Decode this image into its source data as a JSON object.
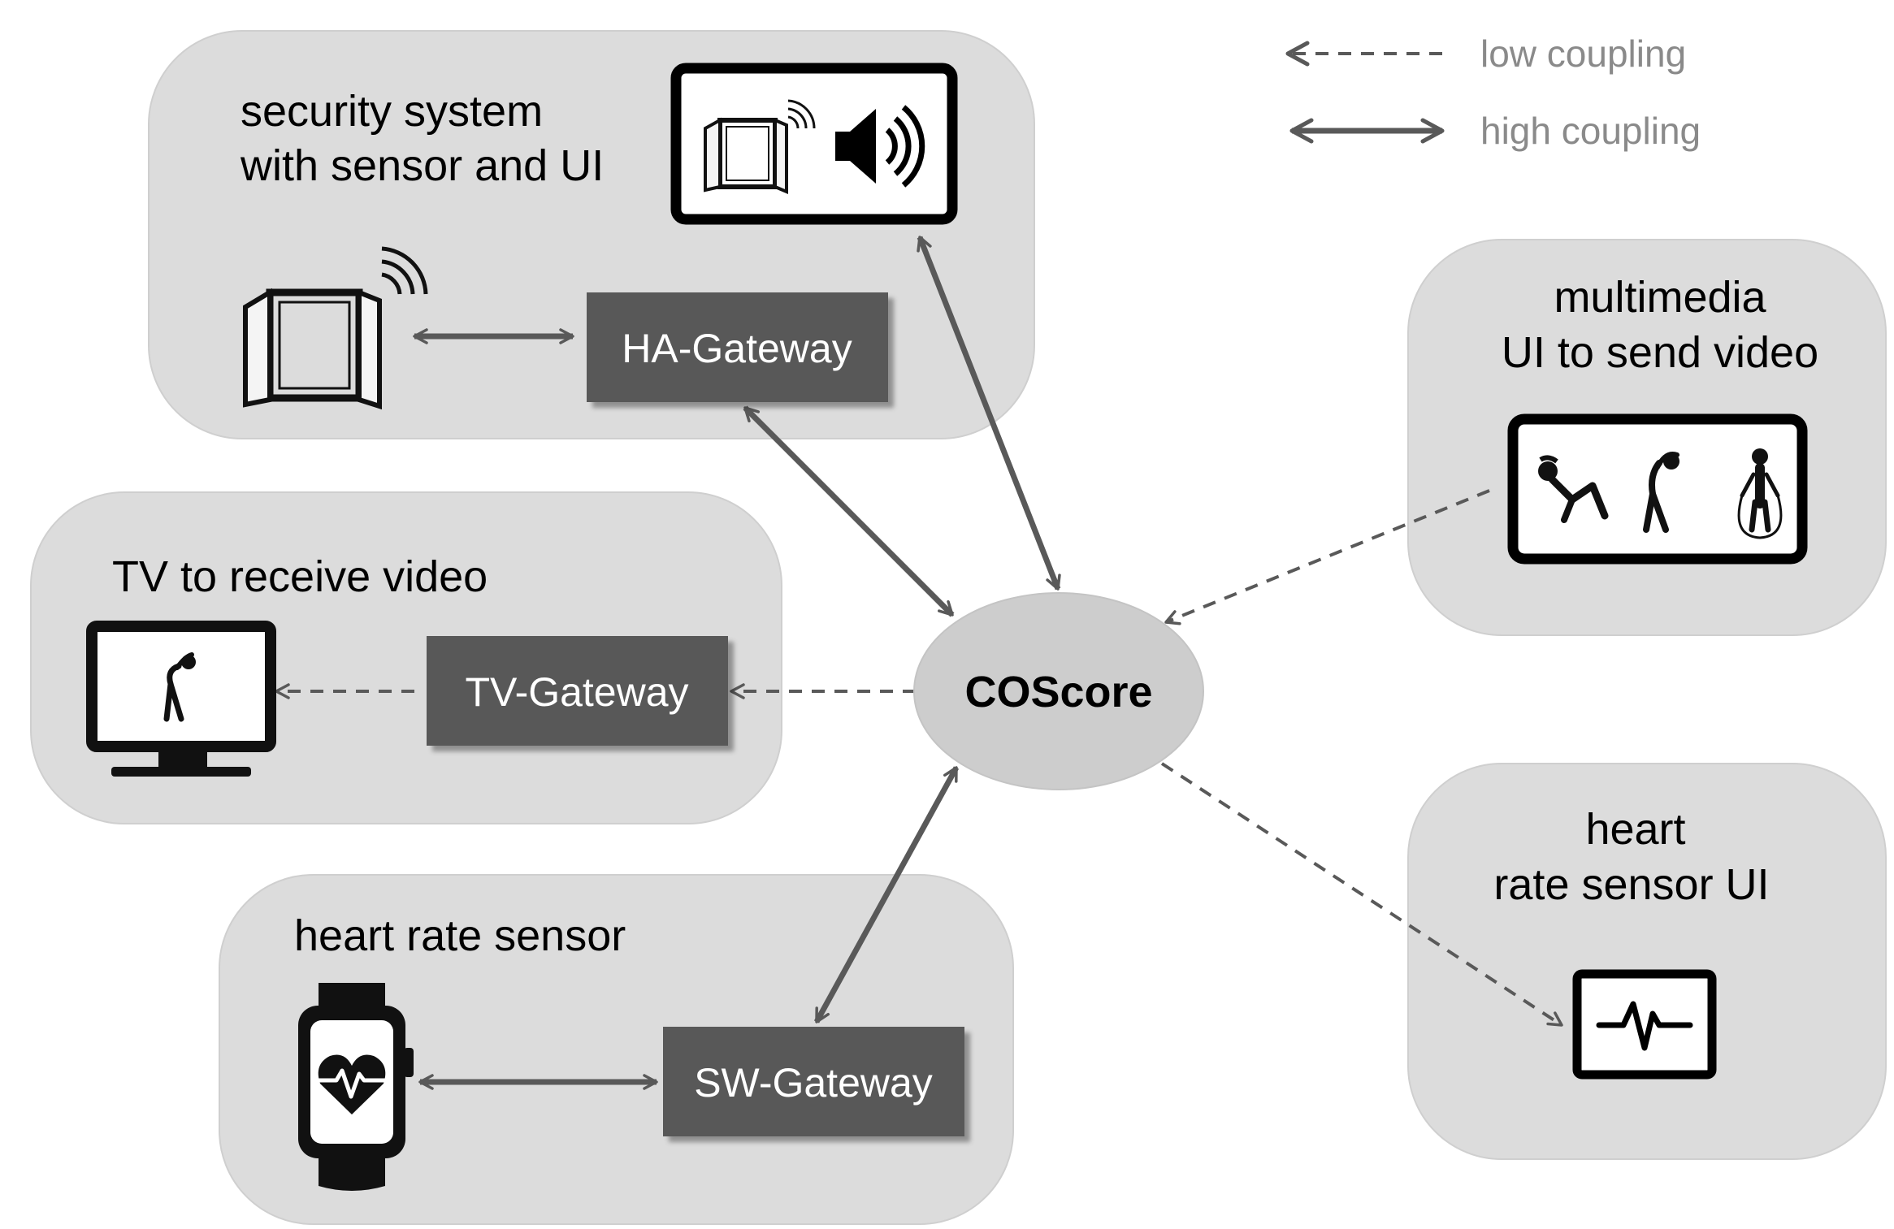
{
  "legend": {
    "low_label": "low coupling",
    "high_label": "high coupling"
  },
  "core": {
    "label": "COScore"
  },
  "groups": {
    "security": {
      "title_line1": "security system",
      "title_line2": "with sensor and UI"
    },
    "tv": {
      "title_line1": "TV to receive video"
    },
    "heart_sensor": {
      "title_line1": "heart rate sensor"
    },
    "multimedia": {
      "title_line1": "multimedia",
      "title_line2": "UI to send video"
    },
    "heart_ui": {
      "title_line1": "heart",
      "title_line2": "rate sensor UI"
    }
  },
  "gateways": {
    "ha": "HA-Gateway",
    "tv": "TV-Gateway",
    "sw": "SW-Gateway"
  },
  "icons": [
    "window-sensor-icon",
    "alarm-ui-icon",
    "speaker-icon",
    "tv-icon",
    "smartwatch-icon",
    "fitness-video-ui-icon",
    "heart-rate-ui-icon"
  ],
  "colors": {
    "group_fill": "#dcdcdc",
    "gateway_fill": "#595959",
    "core_fill": "#cdcdcd",
    "arrow": "#595959",
    "legend_text": "#8a8a8a"
  },
  "connections": [
    {
      "from": "window-sensor",
      "to": "HA-Gateway",
      "coupling": "high"
    },
    {
      "from": "HA-Gateway",
      "to": "COScore",
      "coupling": "high"
    },
    {
      "from": "alarm-ui",
      "to": "COScore",
      "coupling": "high"
    },
    {
      "from": "COScore",
      "to": "TV-Gateway",
      "coupling": "low"
    },
    {
      "from": "TV-Gateway",
      "to": "tv",
      "coupling": "low"
    },
    {
      "from": "SW-Gateway",
      "to": "COScore",
      "coupling": "high"
    },
    {
      "from": "smartwatch",
      "to": "SW-Gateway",
      "coupling": "high"
    },
    {
      "from": "fitness-video-ui",
      "to": "COScore",
      "coupling": "low"
    },
    {
      "from": "COScore",
      "to": "heart-rate-ui",
      "coupling": "low"
    }
  ]
}
